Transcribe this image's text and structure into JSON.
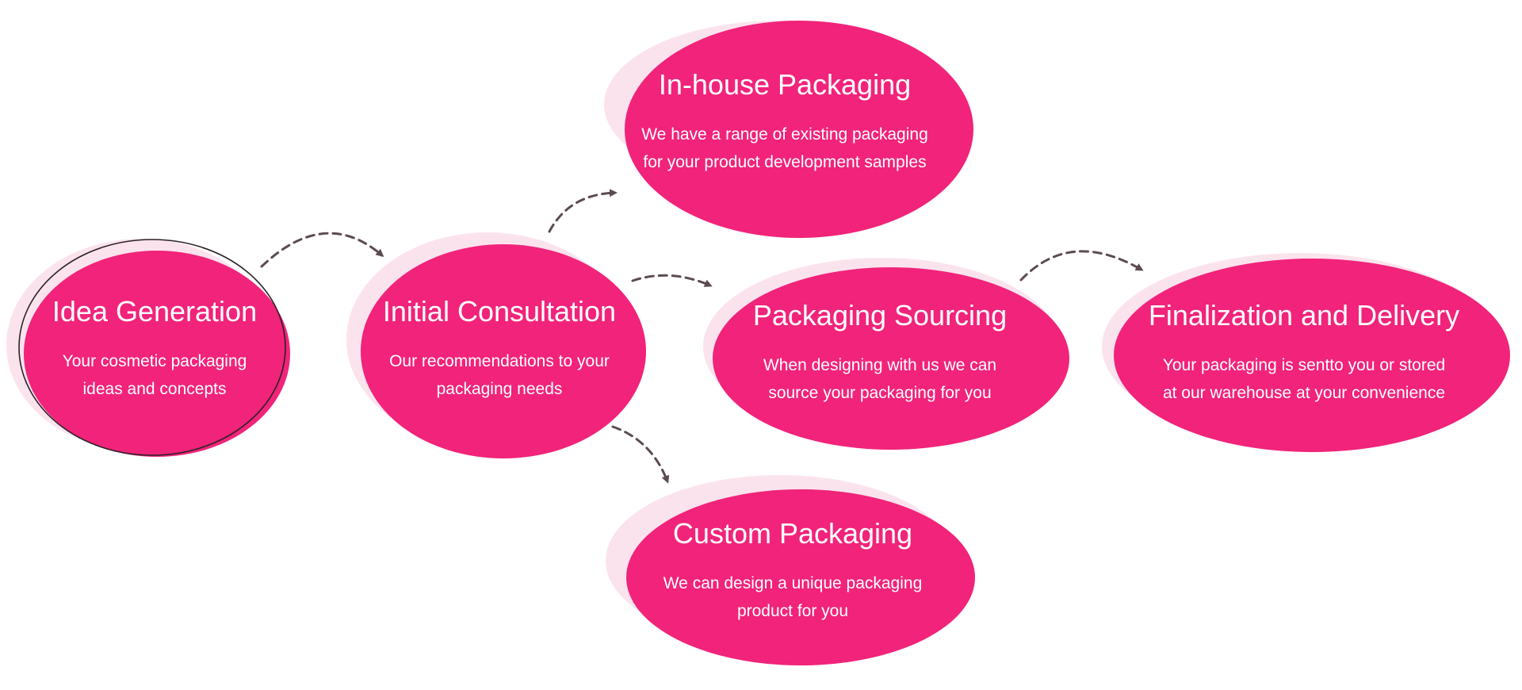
{
  "colors": {
    "ellipse_fill": "#f1237a",
    "ellipse_shadow": "#fbe3ee",
    "arrow": "#5b4b4f",
    "text": "#ffffff",
    "outline": "#2b2226"
  },
  "nodes": [
    {
      "id": "idea-generation",
      "title": "Idea Generation",
      "lines": [
        "Your cosmetic packaging",
        "ideas and concepts"
      ]
    },
    {
      "id": "initial-consultation",
      "title": "Initial Consultation",
      "lines": [
        "Our recommendations to your",
        "packaging needs"
      ]
    },
    {
      "id": "in-house-packaging",
      "title": "In-house Packaging",
      "lines": [
        "We have a range of existing packaging",
        "for your product development samples"
      ]
    },
    {
      "id": "packaging-sourcing",
      "title": "Packaging Sourcing",
      "lines": [
        "When designing with us we can",
        "source your packaging for you"
      ]
    },
    {
      "id": "custom-packaging",
      "title": "Custom Packaging",
      "lines": [
        "We can design a unique packaging",
        "product for you"
      ]
    },
    {
      "id": "finalization-and-delivery",
      "title": "Finalization and Delivery",
      "lines": [
        "Your packaging is sentto you or stored",
        "at our warehouse at your convenience"
      ]
    }
  ],
  "edges": [
    {
      "from": "idea-generation",
      "to": "initial-consultation"
    },
    {
      "from": "initial-consultation",
      "to": "in-house-packaging"
    },
    {
      "from": "initial-consultation",
      "to": "packaging-sourcing"
    },
    {
      "from": "initial-consultation",
      "to": "custom-packaging"
    },
    {
      "from": "packaging-sourcing",
      "to": "finalization-and-delivery"
    }
  ]
}
